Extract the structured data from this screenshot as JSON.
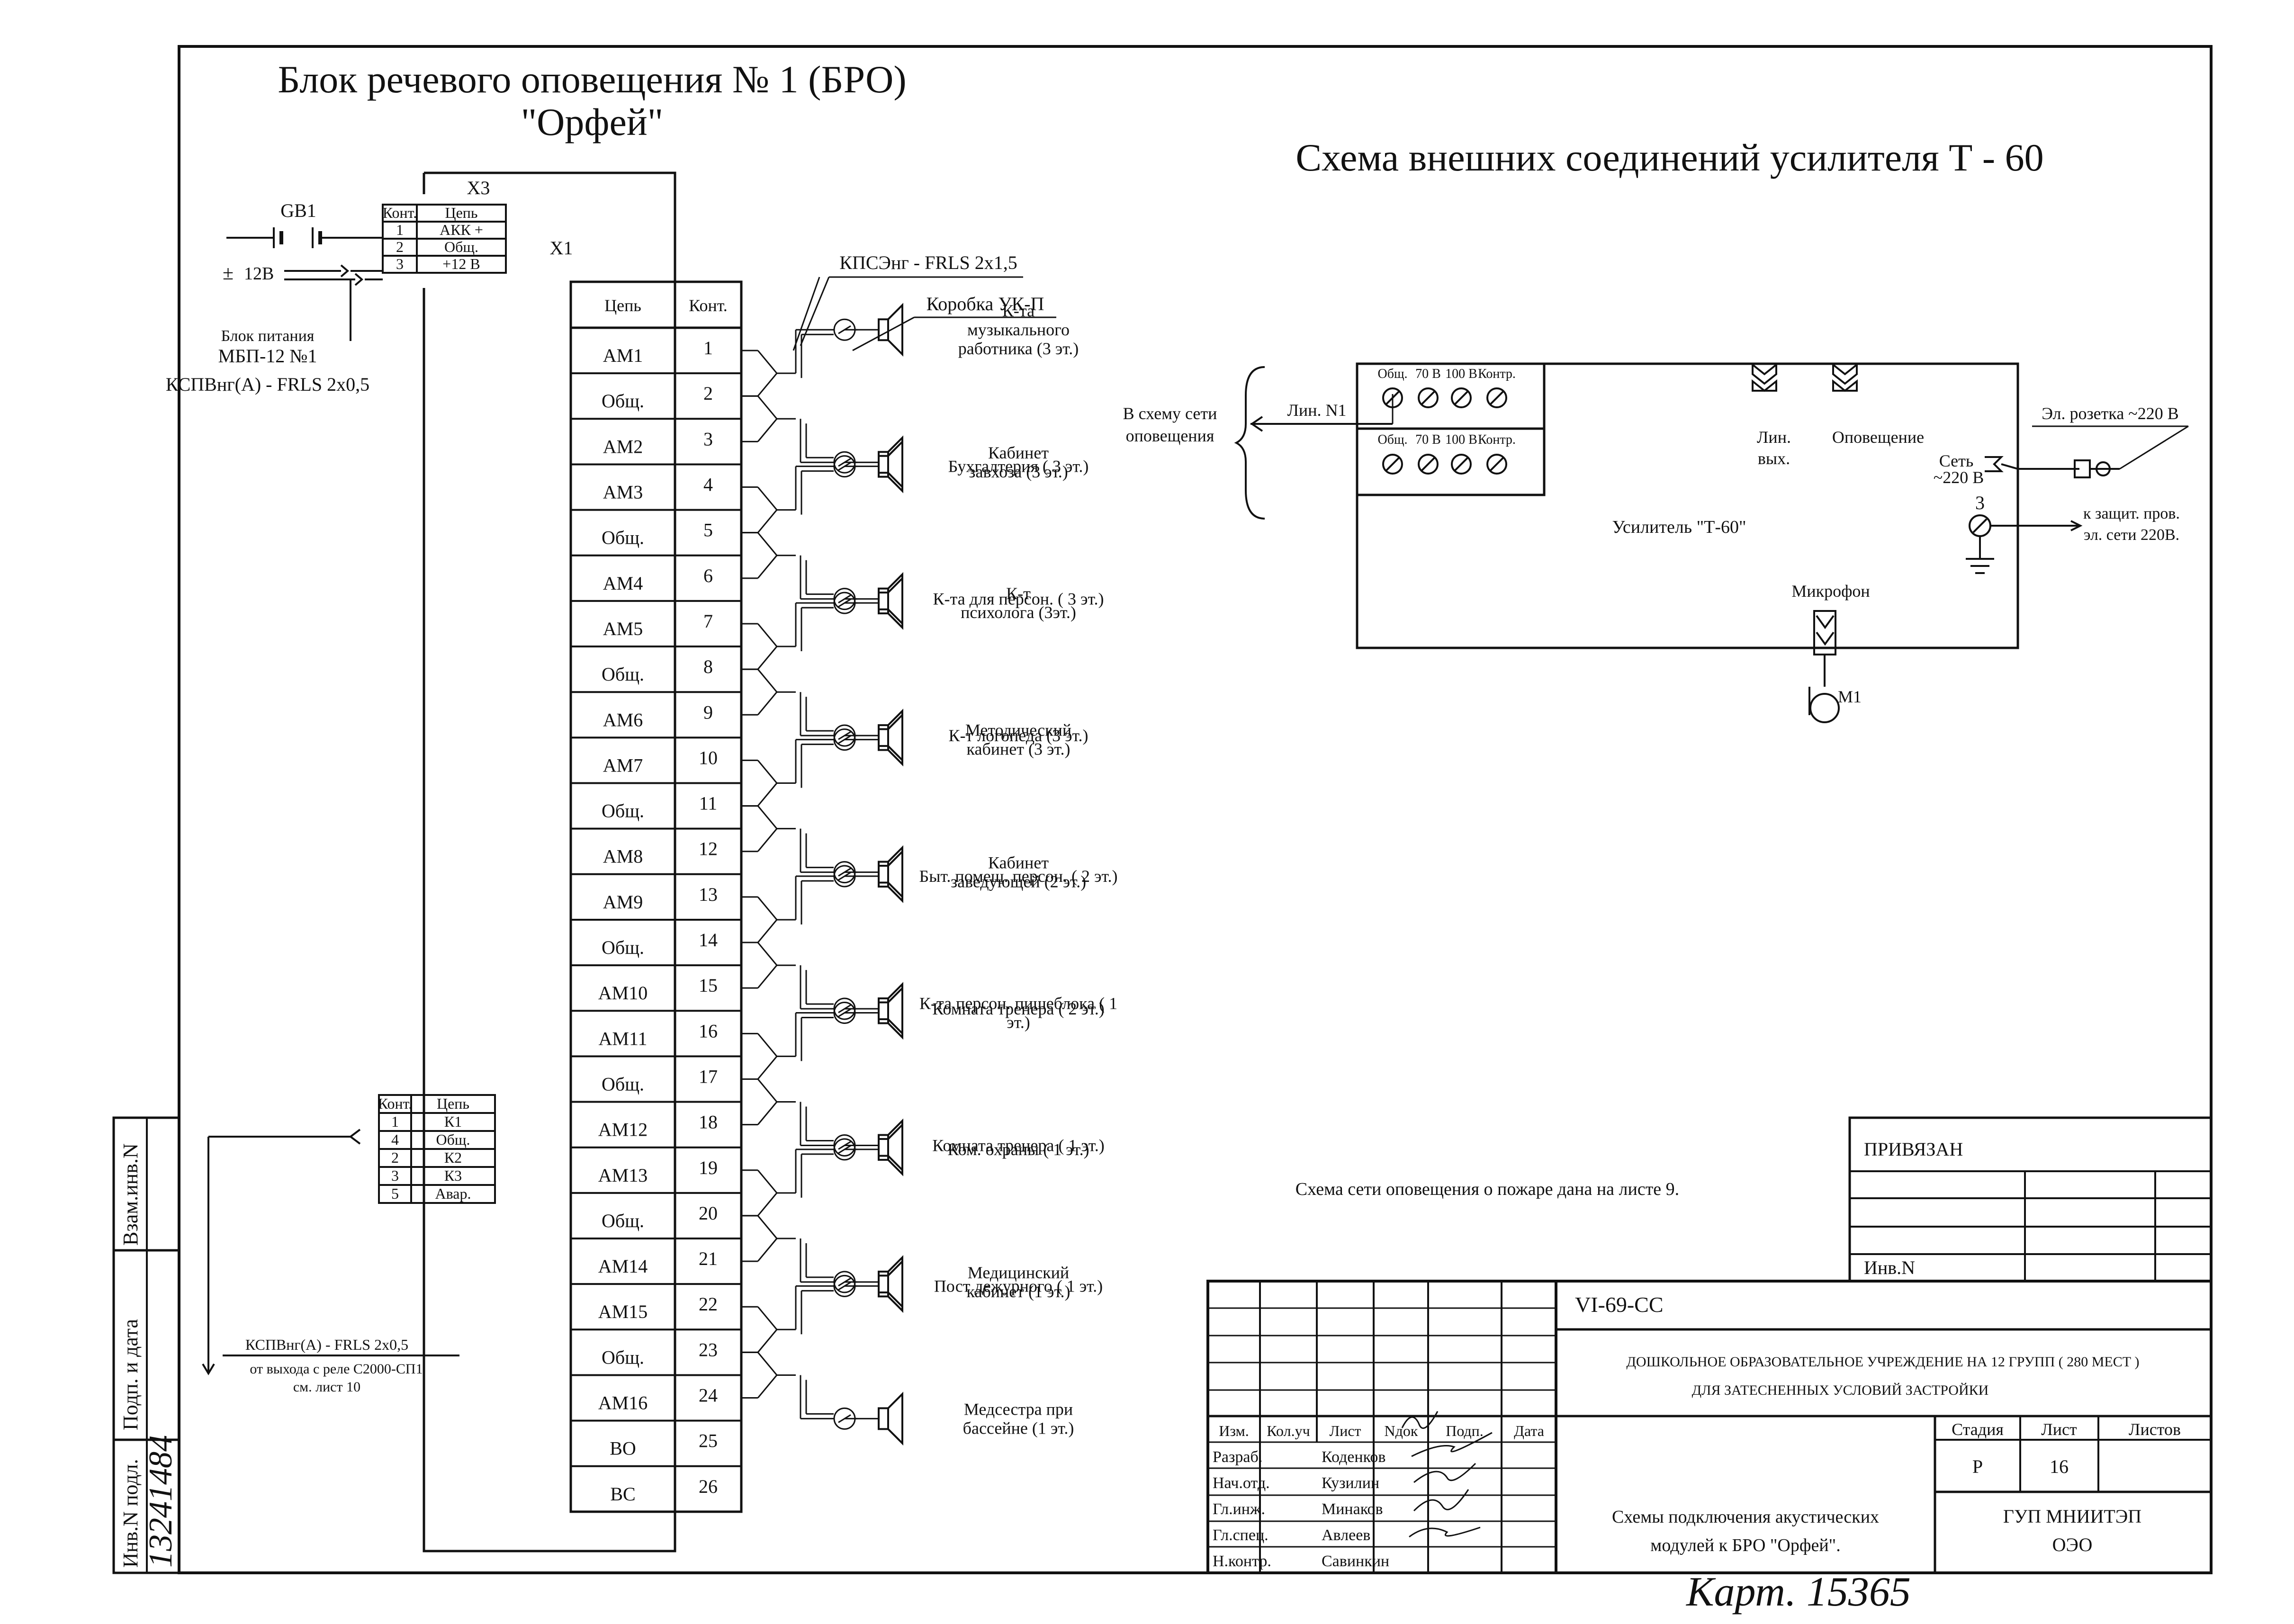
{
  "titles": {
    "block_line1": "Блок речевого оповещения № 1 (БРО)",
    "block_line2": "\"Орфей\"",
    "amp_scheme": "Схема внешних соединений усилителя Т - 60"
  },
  "x3": {
    "label": "X3",
    "headers": [
      "Конт.",
      "Цепь"
    ],
    "rows": [
      [
        "1",
        "АКК +"
      ],
      [
        "2",
        "Общ."
      ],
      [
        "3",
        "+12 В"
      ]
    ],
    "gb1": "GB1",
    "supply": "12В",
    "supply_sign": "±",
    "psu_line1": "Блок питания",
    "psu_line2": "МБП-12 №1",
    "cable": "КСПВнг(А) - FRLS 2х0,5"
  },
  "x1": {
    "label": "X1",
    "headers": [
      "Цепь",
      "Конт."
    ],
    "rows": [
      [
        "АМ1",
        "1"
      ],
      [
        "Общ.",
        "2"
      ],
      [
        "АМ2",
        "3"
      ],
      [
        "АМ3",
        "4"
      ],
      [
        "Общ.",
        "5"
      ],
      [
        "АМ4",
        "6"
      ],
      [
        "АМ5",
        "7"
      ],
      [
        "Общ.",
        "8"
      ],
      [
        "АМ6",
        "9"
      ],
      [
        "АМ7",
        "10"
      ],
      [
        "Общ.",
        "11"
      ],
      [
        "АМ8",
        "12"
      ],
      [
        "АМ9",
        "13"
      ],
      [
        "Общ.",
        "14"
      ],
      [
        "АМ10",
        "15"
      ],
      [
        "АМ11",
        "16"
      ],
      [
        "Общ.",
        "17"
      ],
      [
        "АМ12",
        "18"
      ],
      [
        "АМ13",
        "19"
      ],
      [
        "Общ.",
        "20"
      ],
      [
        "АМ14",
        "21"
      ],
      [
        "АМ15",
        "22"
      ],
      [
        "Общ.",
        "23"
      ],
      [
        "АМ16",
        "24"
      ],
      [
        "ВО",
        "25"
      ],
      [
        "ВС",
        "26"
      ]
    ]
  },
  "speaker_cable": "КПСЭнг - FRLS 2х1,5",
  "box_label": "Коробка УК-П",
  "rooms": [
    {
      "lines": [
        "К-та",
        "музыкального",
        "работника (3 эт.)"
      ]
    },
    {
      "lines": [
        "Кабинет",
        "завхоза (3 эт.)"
      ]
    },
    {
      "lines": [
        "Бухгалтерия ( 3 эт.)"
      ]
    },
    {
      "lines": [
        "К-та для персон. ( 3 эт.)"
      ]
    },
    {
      "lines": [
        "К-т",
        "психолога (3эт.)"
      ]
    },
    {
      "lines": [
        "К-т логопеда (3 эт.)"
      ]
    },
    {
      "lines": [
        "Методический",
        "кабинет (3 эт.)"
      ]
    },
    {
      "lines": [
        "Кабинет",
        "заведующей (2 эт.)"
      ]
    },
    {
      "lines": [
        "Быт. помещ. персон. ( 2 эт.)"
      ]
    },
    {
      "lines": [
        "Комната тренера ( 2 эт.)"
      ]
    },
    {
      "lines": [
        "К-та  персон. пищеблока ( 1",
        "эт.)"
      ]
    },
    {
      "lines": [
        "Комната тренера ( 1 эт.)"
      ]
    },
    {
      "lines": [
        "Ком. охраны ( 1 эт.)"
      ]
    },
    {
      "lines": [
        "Медицинский",
        "кабинет (1 эт.)"
      ]
    },
    {
      "lines": [
        "Пост дежурного ( 1 эт.)"
      ]
    },
    {
      "lines": [
        "Медсестра при",
        "бассейне (1 эт.)"
      ]
    }
  ],
  "relay_table": {
    "headers": [
      "Конт.",
      "Цепь"
    ],
    "rows": [
      [
        "1",
        "К1"
      ],
      [
        "4",
        "Общ."
      ],
      [
        "2",
        "К2"
      ],
      [
        "3",
        "К3"
      ],
      [
        "5",
        "Авар."
      ]
    ],
    "cable": "КСПВнг(А) - FRLS 2х0,5",
    "note1": "от выхода с реле  С2000-СП1",
    "note2": "см. лист 10"
  },
  "amp": {
    "terminals_top": [
      "Общ.",
      "70 В",
      "100 В",
      "Контр."
    ],
    "terminals_bottom": [
      "Общ.",
      "70 В",
      "100 В",
      "Контр."
    ],
    "network_line1": "В схему сети",
    "network_line2": "оповещения",
    "lin_n1": "Лин. N1",
    "lin_out1": "Лин.",
    "lin_out2": "вых.",
    "announce": "Оповещение",
    "mains1": "Сеть",
    "mains2": "~220 В",
    "outlet": "Эл. розетка ~220 В",
    "ground_num": "3",
    "ground1": "к защит. пров.",
    "ground2": "эл. сети 220В.",
    "amp_name": "Усилитель \"Т-60\"",
    "mic": "Микрофон",
    "m1": "М1"
  },
  "note_fire": "Схема сети оповещения о пожаре дана на листе  9.",
  "privyazan": "ПРИВЯЗАН",
  "inv_n": "Инв.N",
  "side_stamp": {
    "vzam": "Взам.инв.N",
    "podp": "Подп. и дата",
    "inv_podl": "Инв.N подл.",
    "inv_number": "13241484"
  },
  "title_block": {
    "code": "VI-69-СС",
    "object_line1": "ДОШКОЛЬНОЕ ОБРАЗОВАТЕЛЬНОЕ УЧРЕЖДЕНИЕ НА 12 ГРУПП ( 280 МЕСТ )",
    "object_line2": "ДЛЯ ЗАТЕСНЕННЫХ УСЛОВИЙ ЗАСТРОЙКИ",
    "col_headers": [
      "Изм.",
      "Кол.уч",
      "Лист",
      "Nдок",
      "Подп.",
      "Дата"
    ],
    "staff": [
      {
        "role": "Разраб.",
        "name": "Коденков"
      },
      {
        "role": "Нач.отд.",
        "name": "Кузилин"
      },
      {
        "role": "Гл.инж.",
        "name": "Минаков"
      },
      {
        "role": "Гл.спец.",
        "name": "Авлеев"
      },
      {
        "role": "Н.контр.",
        "name": "Савинкин"
      }
    ],
    "stage_headers": [
      "Стадия",
      "Лист",
      "Листов"
    ],
    "stage": "Р",
    "sheet": "16",
    "sheets": "",
    "doc_title1": "Схемы подключения акустических",
    "doc_title2": "модулей к БРО \"Орфей\".",
    "org1": "ГУП МНИИТЭП",
    "org2": "ОЭО"
  },
  "archive_stamp": "Карт. 15365"
}
